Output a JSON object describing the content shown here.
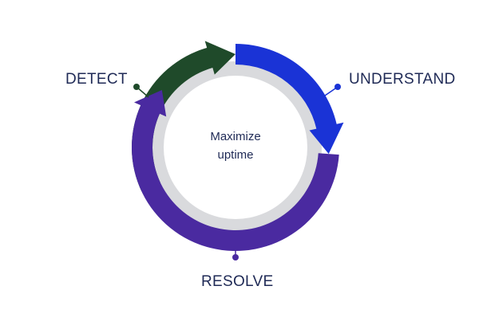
{
  "center": {
    "line1": "Maximize",
    "line2": "uptime"
  },
  "stages": [
    {
      "label": "DETECT",
      "color": "#1f4a2a"
    },
    {
      "label": "UNDERSTAND",
      "color": "#1a33d6"
    },
    {
      "label": "RESOLVE",
      "color": "#4a2aa0"
    }
  ],
  "colors": {
    "track": "#d9dadd",
    "inner": "#ffffff",
    "text": "#1f2a56"
  }
}
